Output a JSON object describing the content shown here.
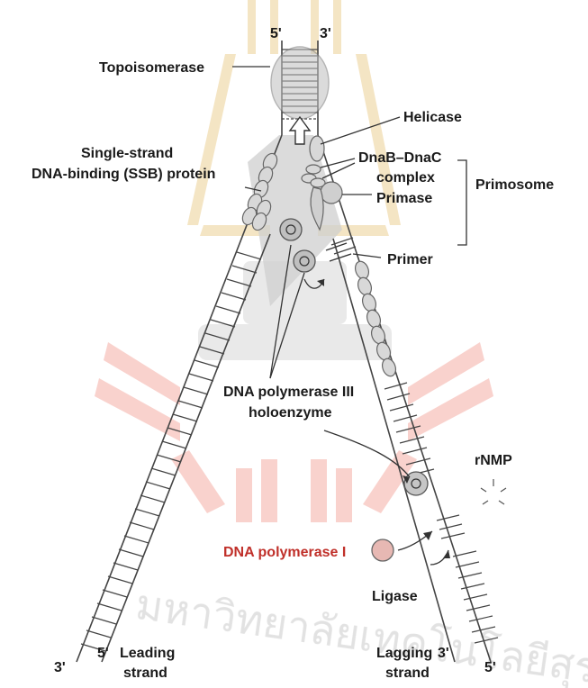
{
  "watermark": {
    "text": "มหาวิทยาลัยเทคโนโลยีสุรนารี",
    "colors": {
      "gold": "#f1dcb0",
      "red": "#f4b6b0",
      "gray": "#d4d4d4"
    }
  },
  "labels": {
    "top_5": "5'",
    "top_3": "3'",
    "topoisomerase": "Topoisomerase",
    "helicase": "Helicase",
    "ssb_line1": "Single-strand",
    "ssb_line2": "DNA-binding (SSB) protein",
    "dnab_line1": "DnaB–DnaC",
    "dnab_line2": "complex",
    "primase": "Primase",
    "primosome": "Primosome",
    "primer": "Primer",
    "pol3_line1": "DNA polymerase III",
    "pol3_line2": "holoenzyme",
    "rnmp": "rNMP",
    "pol1": "DNA polymerase I",
    "ligase": "Ligase",
    "bottom_left_3": "3'",
    "bottom_left_5": "5'",
    "leading_line1": "Leading",
    "leading_line2": "strand",
    "lagging_line1": "Lagging",
    "lagging_line2": "strand",
    "bottom_right_3": "3'",
    "bottom_right_5": "5'"
  },
  "colors": {
    "text": "#1a1a1a",
    "pol1_text": "#c0302a",
    "protein": "#d6d6d6",
    "protein_stroke": "#7a7a7a",
    "strand": "#555555",
    "fork_shade": "#c8c8c8"
  }
}
